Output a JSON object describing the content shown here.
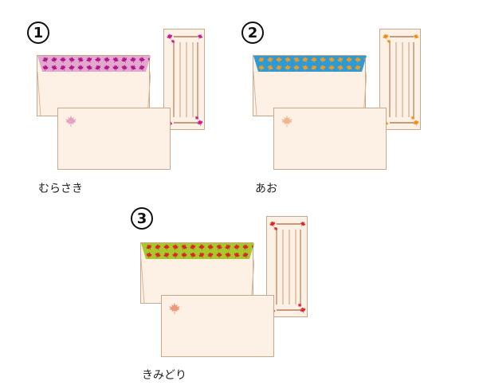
{
  "sets": [
    {
      "number": "1",
      "name": "むらさき",
      "colors": {
        "flap_bg": "#e2a8cf",
        "flap_leaf": "#b0188a",
        "accent": "#c41e88",
        "card_leaf": "#e6a3c4"
      }
    },
    {
      "number": "2",
      "name": "あお",
      "colors": {
        "flap_bg": "#2d9ad6",
        "flap_leaf": "#f29a1f",
        "accent": "#ef8d12",
        "card_leaf": "#f3b893"
      }
    },
    {
      "number": "3",
      "name": "きみどり",
      "colors": {
        "flap_bg": "#a9c82c",
        "flap_leaf": "#d8262a",
        "accent": "#d8262a",
        "card_leaf": "#ee9a7a"
      }
    }
  ]
}
